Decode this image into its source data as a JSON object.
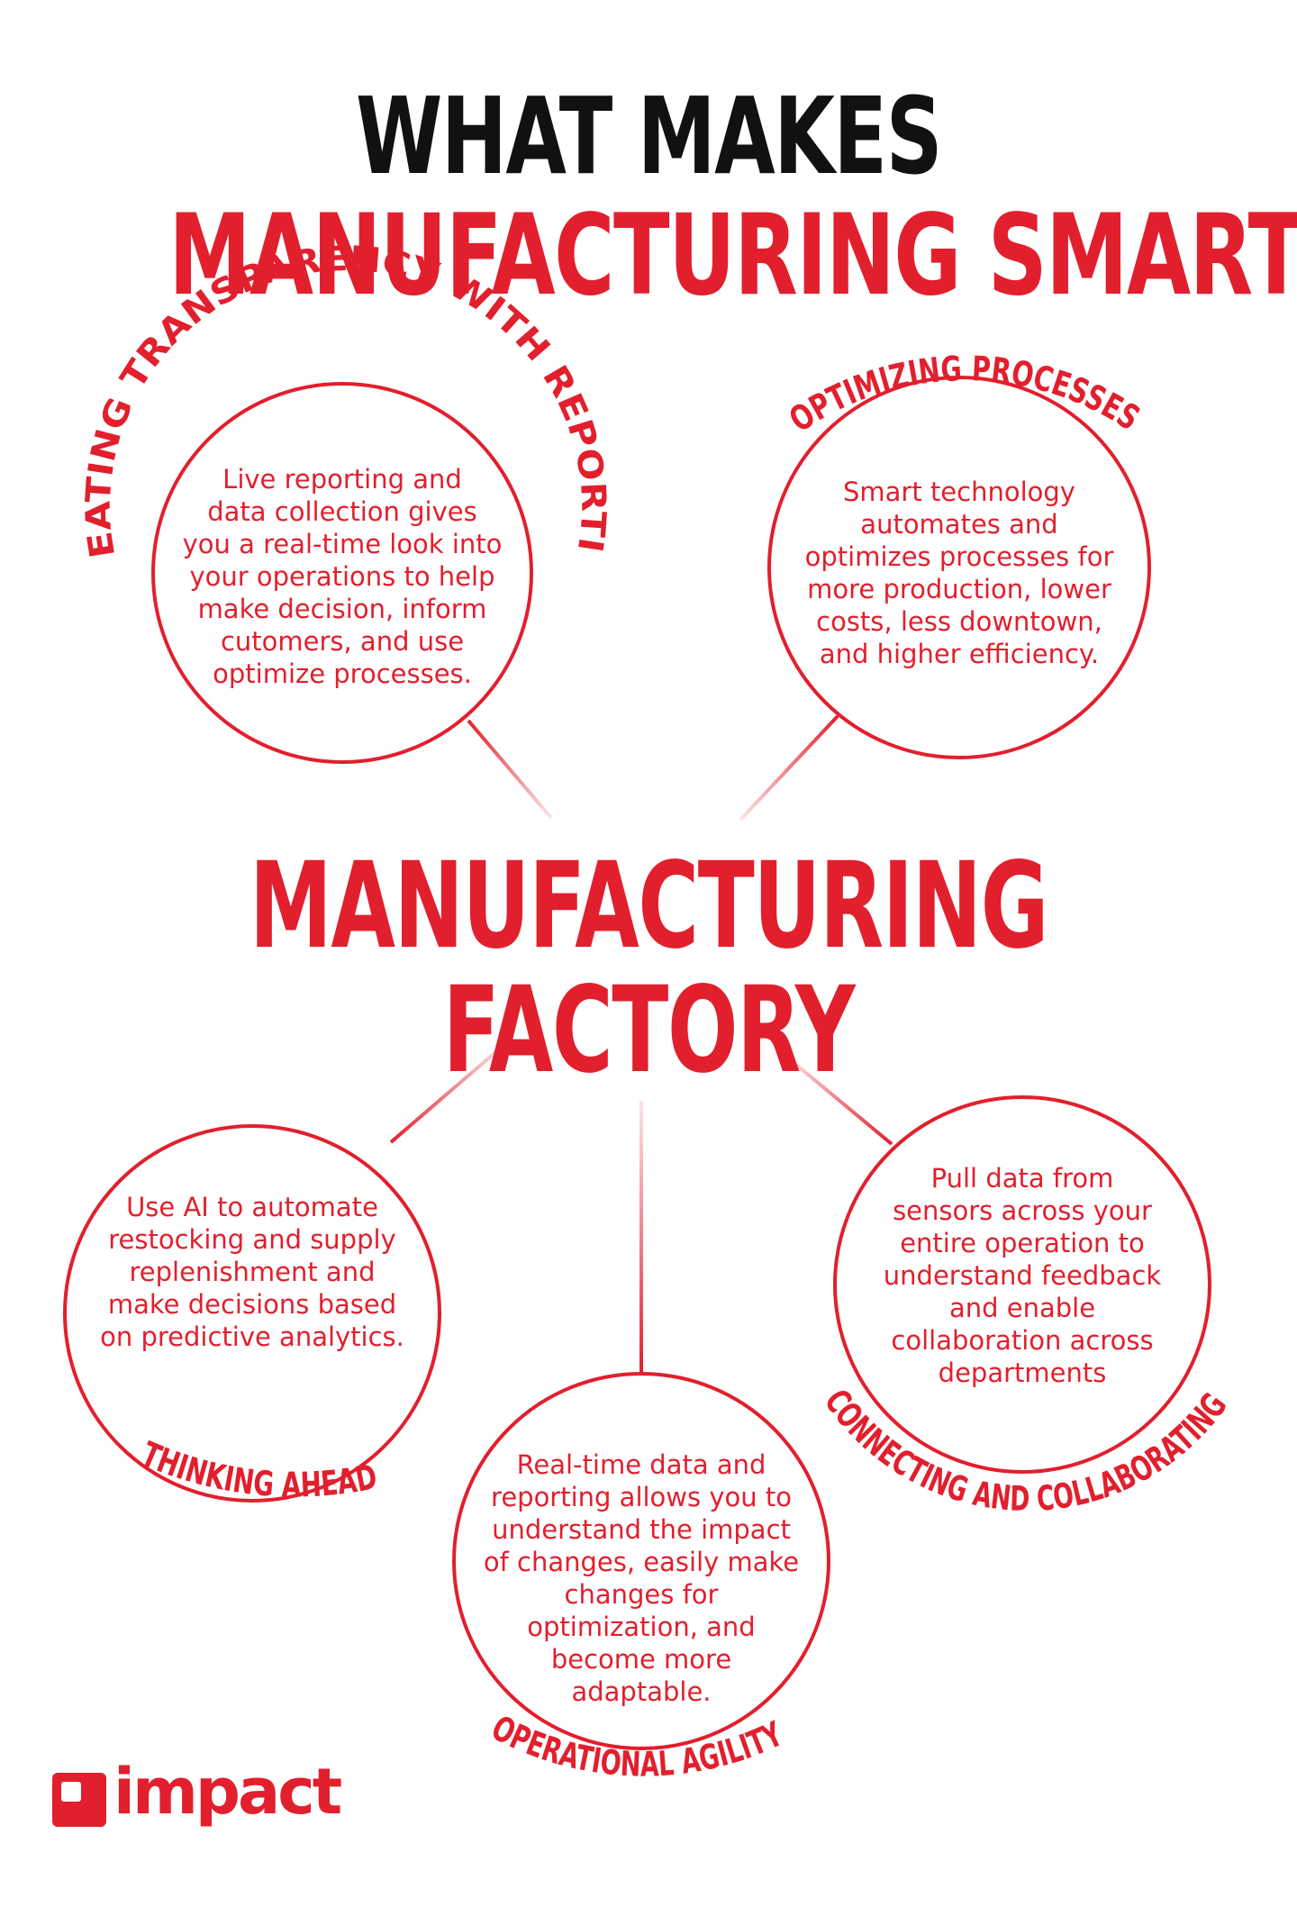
{
  "colors": {
    "accent": "#E21F2D",
    "dark": "#111111"
  },
  "title": {
    "line1": "WHAT MAKES",
    "line2": "MANUFACTURING SMART?"
  },
  "center": {
    "line1": "MANUFACTURING",
    "line2": "FACTORY"
  },
  "nodes": {
    "transparency": {
      "label": "CREATING TRANSPARENCY WITH REPORTING",
      "text": "Live reporting and\ndata collection gives\nyou a real-time look into\nyour operations to help\nmake decision, inform\ncutomers, and use\noptimize processes."
    },
    "optimizing": {
      "label": "OPTIMIZING PROCESSES",
      "text": "Smart technology\nautomates and\noptimizes processes for\nmore production, lower\ncosts, less downtown,\nand higher efficiency."
    },
    "thinking": {
      "label": "THINKING AHEAD",
      "text": "Use AI to automate\nrestocking and supply\nreplenishment and\nmake decisions based\non predictive analytics."
    },
    "agility": {
      "label": "OPERATIONAL AGILITY",
      "text": "Real-time data and\nreporting allows you to\nunderstand the impact\nof changes, easily make\nchanges for\noptimization, and\nbecome more\nadaptable."
    },
    "connecting": {
      "label": "CONNECTING AND COLLABORATING",
      "text": "Pull data from\nsensors across your\nentire operation to\nunderstand feedback\nand enable\ncollaboration across\ndepartments"
    }
  },
  "logo": {
    "text": "impact"
  }
}
